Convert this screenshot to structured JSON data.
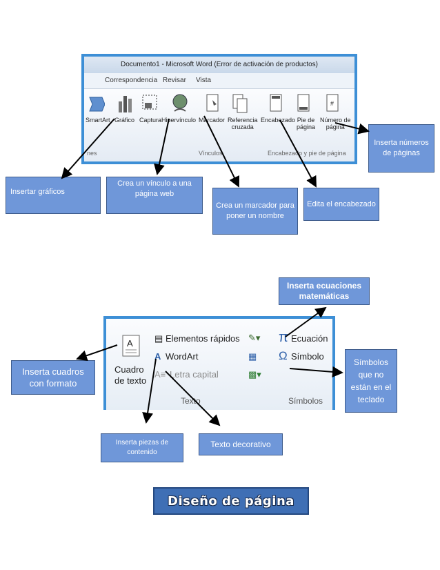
{
  "ribbon1": {
    "title": "Documento1 - Microsoft Word (Error de activación de productos)",
    "tabs": [
      "Correspondencia",
      "Revisar",
      "Vista"
    ],
    "buttons": {
      "smartart": "SmartArt",
      "grafico": "Gráfico",
      "captura": "Captura",
      "hipervinculo": "Hipervínculo",
      "marcador": "Marcador",
      "referencia_line1": "Referencia",
      "referencia_line2": "cruzada",
      "encabezado": "Encabezado",
      "pie_line1": "Pie de",
      "pie_line2": "página",
      "numero_line1": "Número de",
      "numero_line2": "página"
    },
    "groups": {
      "left": "nes",
      "vinculos": "Vínculos",
      "encabezado": "Encabezado y pie de página"
    }
  },
  "callouts1": {
    "insertar_graficos": "Insertar gráficos",
    "vinculo": "Crea un vínculo a una página web",
    "marcador": "Crea un marcador para poner un nombre",
    "encabezado": "Edita el encabezado",
    "numeros": "Inserta números de páginas"
  },
  "ribbon2": {
    "cuadro_line1": "Cuadro",
    "cuadro_line2": "de texto",
    "elementos": "Elementos rápidos",
    "wordart": "WordArt",
    "letra_capital": "Letra capital",
    "ecuacion": "Ecuación",
    "simbolo": "Símbolo",
    "group_texto": "Texto",
    "group_simbolos": "Símbolos"
  },
  "callouts2": {
    "ecuaciones": "Inserta ecuaciones matemáticas",
    "cuadros": "Inserta cuadros con formato",
    "simbolos": "Símbolos que no están en el teclado",
    "piezas": "Inserta piezas de contenido",
    "decorativo": "Texto decorativo"
  },
  "section_title": "Diseño de página",
  "colors": {
    "callout_fill": "#6f97d9",
    "callout_border": "#3c5a8a",
    "ribbon_frame": "#3d8fd6",
    "title_fill": "#3f6fb5"
  }
}
